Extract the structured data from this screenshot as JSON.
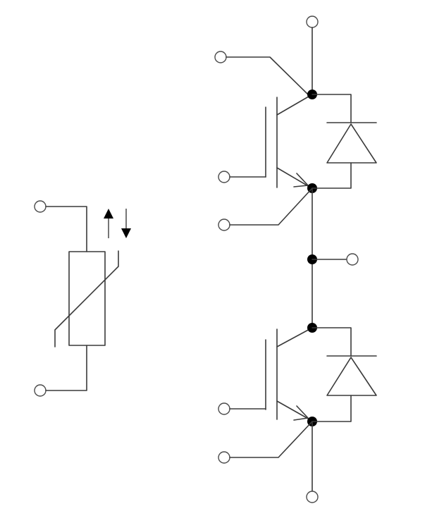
{
  "diagram": {
    "type": "schematic",
    "components": [
      {
        "kind": "thermistor",
        "terminals": 2,
        "symbol": "ntc-variable-resistor"
      },
      {
        "kind": "igbt",
        "position": "upper",
        "with_freewheel_diode": true
      },
      {
        "kind": "igbt",
        "position": "lower",
        "with_freewheel_diode": true
      }
    ],
    "colors": {
      "line": "#3a3a3a",
      "junction": "#000000",
      "background": "#ffffff"
    }
  }
}
